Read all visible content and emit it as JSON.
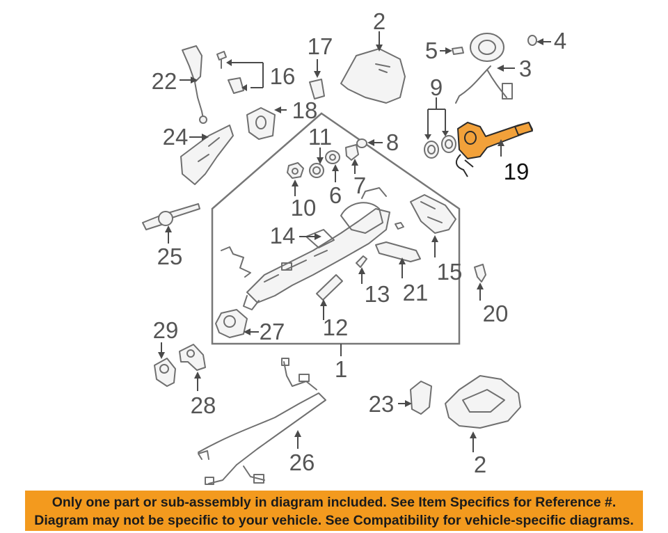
{
  "callouts": {
    "c1": "1",
    "c2_top": "2",
    "c2_bottom": "2",
    "c3": "3",
    "c4": "4",
    "c5": "5",
    "c6": "6",
    "c7": "7",
    "c8": "8",
    "c9": "9",
    "c10": "10",
    "c11": "11",
    "c12": "12",
    "c13": "13",
    "c14": "14",
    "c15": "15",
    "c16": "16",
    "c17": "17",
    "c18": "18",
    "c19": "19",
    "c20": "20",
    "c21": "21",
    "c22": "22",
    "c23": "23",
    "c24": "24",
    "c25": "25",
    "c26": "26",
    "c27": "27",
    "c28": "28",
    "c29": "29"
  },
  "highlight": {
    "part": "19",
    "color": "#f2a13a"
  },
  "banner": {
    "line1": "Only one part or sub-assembly in diagram included. See Item Specifics for Reference #.",
    "line2": "Diagram may not be specific to your vehicle. See Compatibility for vehicle-specific diagrams.",
    "background": "#f39a1e"
  }
}
